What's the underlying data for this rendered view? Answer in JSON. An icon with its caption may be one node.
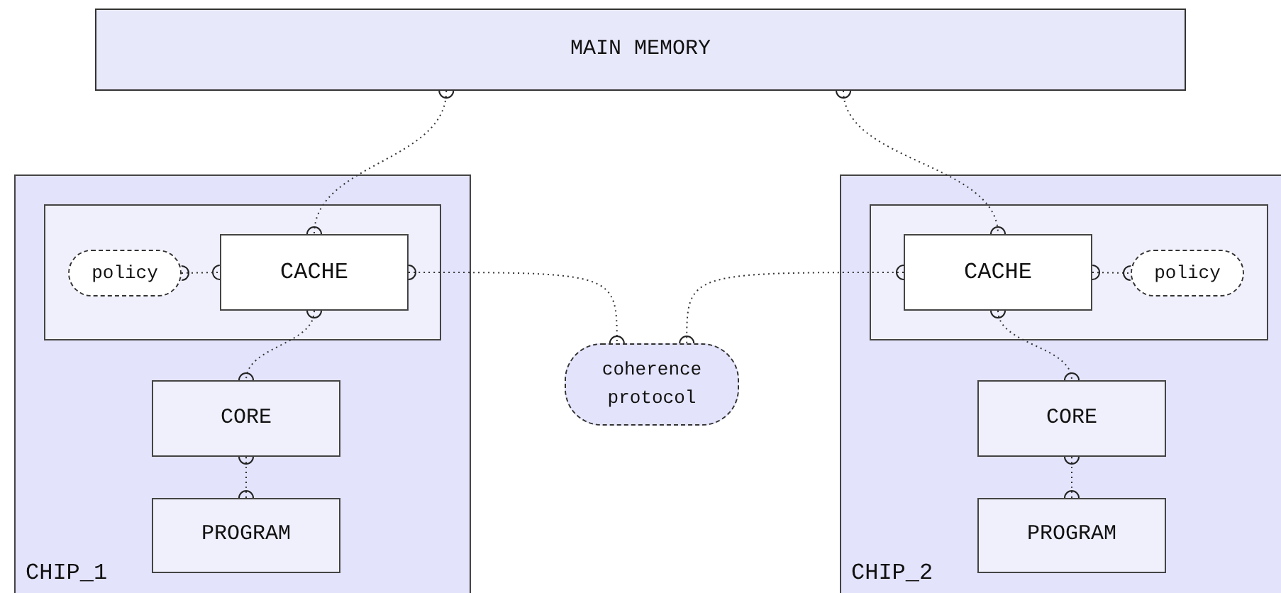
{
  "diagram": {
    "nodes": [
      {
        "text": [
          "MAIN MEMORY"
        ]
      },
      {
        "text": [
          "CHIP_1"
        ]
      },
      {
        "text": [],
        "shape": "box",
        "in": 1
      },
      {
        "text": [
          "policy"
        ],
        "in": 2
      },
      {
        "text": [
          "CACHE"
        ],
        "in": 2
      },
      {
        "text": [
          "CORE"
        ],
        "in": 1
      },
      {
        "text": [
          "PROGRAM"
        ],
        "in": 1
      },
      {
        "text": [
          "coherence protocol"
        ]
      },
      {
        "text": [
          "CHIP_2"
        ]
      },
      {
        "text": [],
        "shape": "box",
        "in": 8
      },
      {
        "text": [
          "CACHE"
        ],
        "in": 9
      },
      {
        "text": [
          "policy"
        ],
        "in": 9
      },
      {
        "text": [
          "CORE"
        ],
        "in": 8
      },
      {
        "text": [
          "PROGRAM"
        ],
        "in": 8
      }
    ],
    "edges": [
      {
        "from": 0,
        "to": 4,
        "arrow": "other",
        "style": "dashed"
      },
      {
        "from": 0,
        "to": 10,
        "arrow": "other",
        "style": "dashed"
      },
      {
        "from": 3,
        "to": 4,
        "arrow": "other",
        "style": "dashed"
      },
      {
        "from": 4,
        "to": 7,
        "arrow": "other",
        "style": "dashed"
      },
      {
        "from": 10,
        "to": 7,
        "arrow": "other",
        "style": "dashed"
      },
      {
        "from": 10,
        "to": 11,
        "arrow": "other",
        "style": "dashed"
      },
      {
        "from": 4,
        "to": 5,
        "arrow": "other",
        "style": "dashed"
      },
      {
        "from": 5,
        "to": 6,
        "arrow": "other",
        "style": "dashed"
      },
      {
        "from": 10,
        "to": 12,
        "arrow": "other",
        "style": "dashed"
      },
      {
        "from": 12,
        "to": 13,
        "arrow": "other",
        "style": "dashed"
      }
    ]
  }
}
